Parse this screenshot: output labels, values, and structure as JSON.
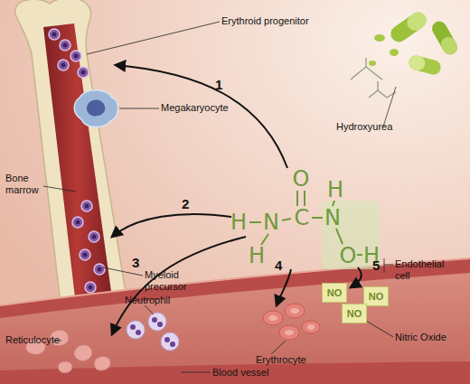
{
  "diagram": {
    "nodes": [
      {
        "text": [
          "NO"
        ]
      },
      {
        "text": [
          "NO"
        ]
      },
      {
        "text": [
          "NO"
        ]
      }
    ],
    "labels": [
      "Erythroid progenitor",
      "Hydroxyurea",
      "1",
      "Megakaryocyte",
      "Bone marrow",
      "2",
      "O",
      "H",
      "H",
      "N",
      "C",
      "N",
      "H",
      "O",
      "H",
      "3",
      "4",
      "5",
      "Myeloid precursor",
      "Endothelial cell",
      "Neutrophil",
      "Nitric Oxide",
      "Reticulocyte",
      "Erythrocyte",
      "Blood vessel"
    ]
  }
}
